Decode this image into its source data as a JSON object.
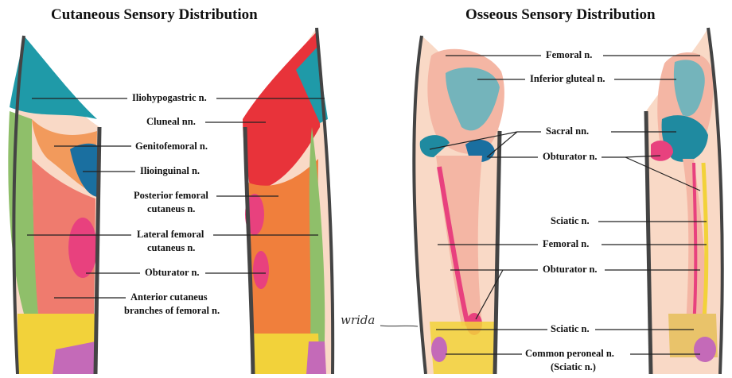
{
  "titles": {
    "cutaneous": "Cutaneous Sensory Distribution",
    "osseous": "Osseous Sensory Distribution"
  },
  "cutaneous_labels": [
    "Iliohypogastric n.",
    "Cluneal nn.",
    "Genitofemoral n.",
    "Ilioinguinal n.",
    "Posterior femoral",
    "cutaneus n.",
    "Lateral femoral",
    "cutaneus n.",
    "Obturator n.",
    "Anterior cutaneus",
    "branches of femoral n."
  ],
  "osseous_labels": [
    "Femoral n.",
    "Inferior gluteal n.",
    "Sacral nn.",
    "Obturator n.",
    "Sciatic n.",
    "Femoral n.",
    "Obturator n.",
    "Sciatic n.",
    "Common peroneal n.",
    "(Sciatic n.)"
  ],
  "signature": "wrida",
  "colors": {
    "iliohypogastric": "#1f9aa8",
    "genitofemoral": "#f29a5c",
    "ilioinguinal": "#1a6fa0",
    "lateral_femoral": "#8fbf6a",
    "posterior_femoral": "#f07f3c",
    "cluneal": "#e8333a",
    "obturator": "#e8417e",
    "anterior_femoral": "#ef7b6e",
    "saphenous": "#f2d23a",
    "bone": "#f4b6a4",
    "skin": "#f9d9c6"
  }
}
